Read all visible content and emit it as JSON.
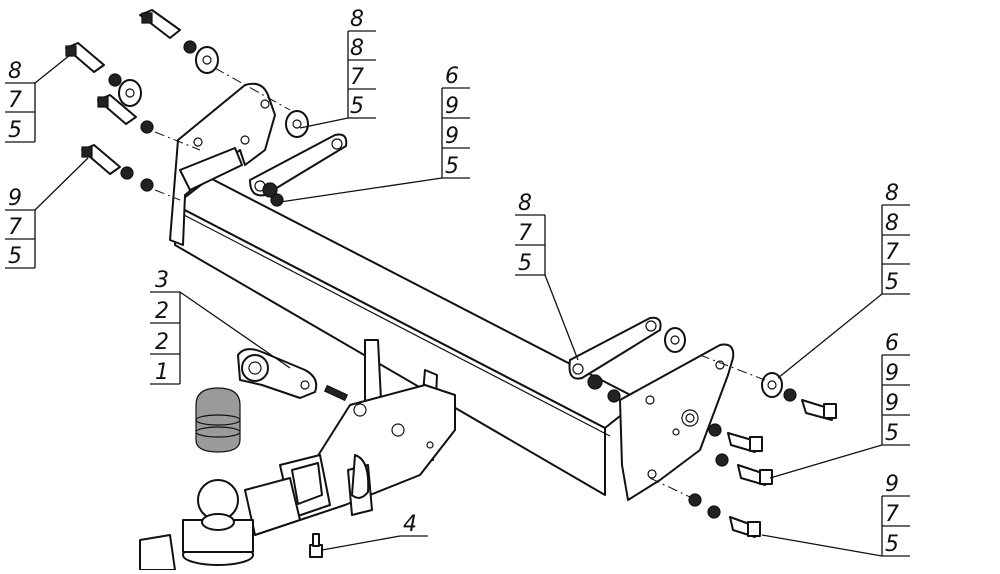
{
  "callouts": [
    {
      "id": "top-center",
      "labels": [
        "8",
        "8",
        "7",
        "5"
      ]
    },
    {
      "id": "top-left",
      "labels": [
        "8",
        "7",
        "5"
      ]
    },
    {
      "id": "mid-left",
      "labels": [
        "9",
        "7",
        "5"
      ]
    },
    {
      "id": "top-inner",
      "labels": [
        "6",
        "9",
        "9",
        "5"
      ]
    },
    {
      "id": "center",
      "labels": [
        "8",
        "7",
        "5"
      ]
    },
    {
      "id": "right-top",
      "labels": [
        "8",
        "8",
        "7",
        "5"
      ]
    },
    {
      "id": "hitch-parts",
      "labels": [
        "3",
        "2",
        "2",
        "1"
      ]
    },
    {
      "id": "right-mid",
      "labels": [
        "6",
        "9",
        "9",
        "5"
      ]
    },
    {
      "id": "right-bottom",
      "labels": [
        "9",
        "7",
        "5"
      ]
    },
    {
      "id": "bottom-bolt",
      "labels": [
        "4"
      ]
    }
  ]
}
